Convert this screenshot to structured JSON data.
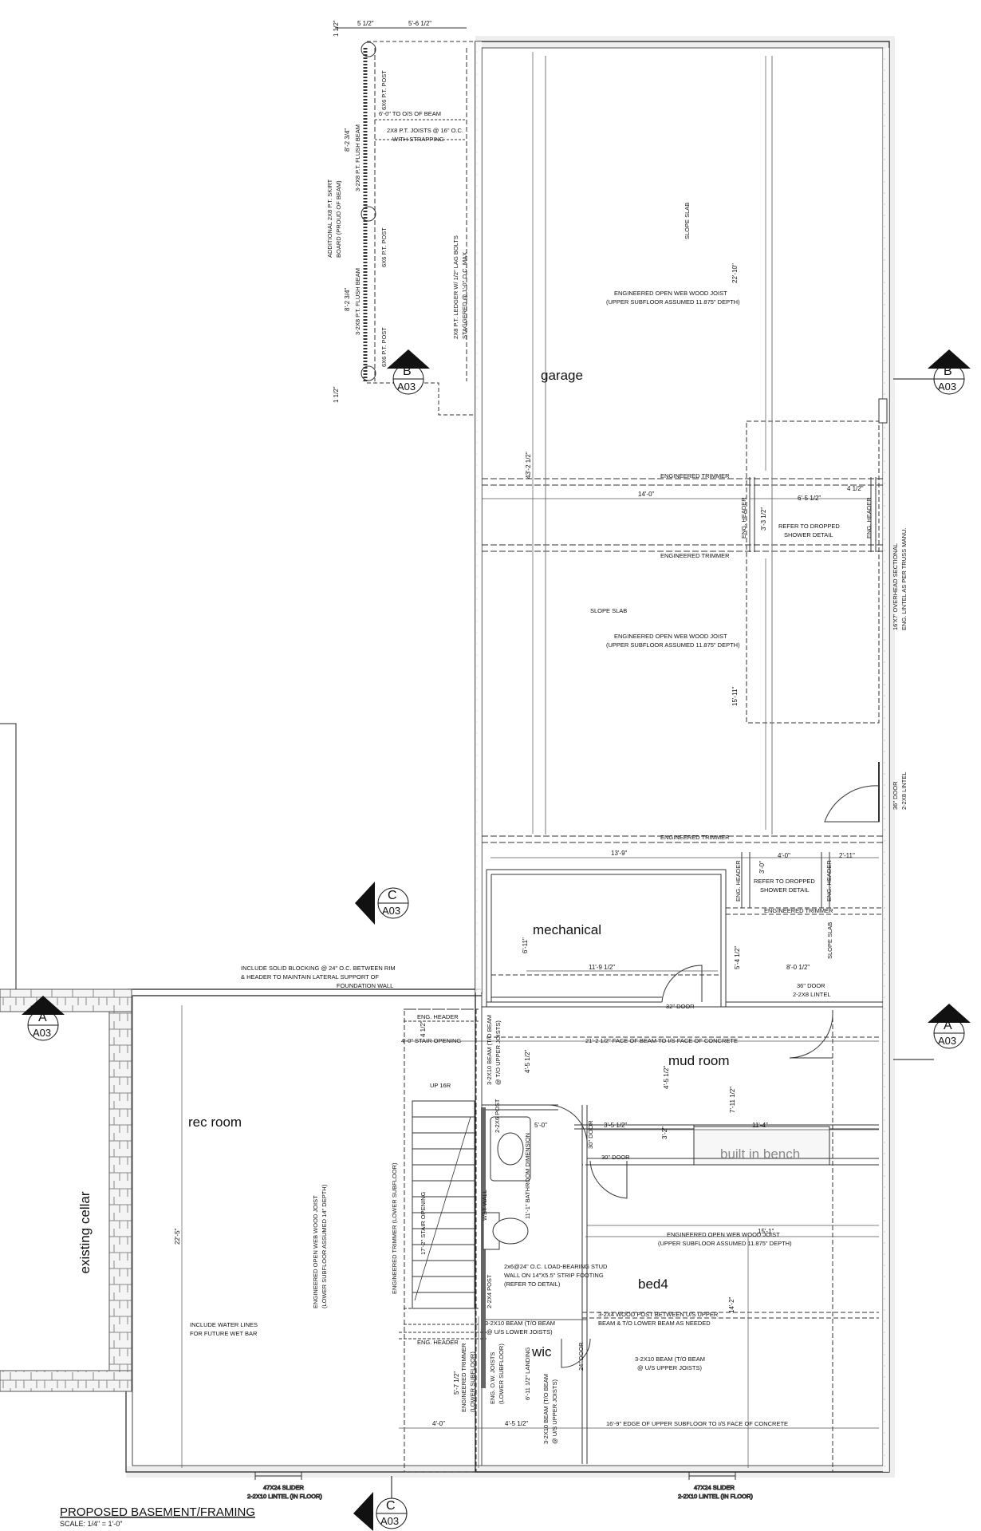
{
  "drawing": {
    "title": "PROPOSED BASEMENT/FRAMING",
    "scale": "SCALE: 1/4\" = 1'-0\""
  },
  "rooms": {
    "garage": "garage",
    "mechanical": "mechanical",
    "mud_room": "mud room",
    "rec_room": "rec room",
    "bed4": "bed4",
    "wic": "wic",
    "existing_cellar": "existing cellar",
    "built_in_bench": "built in bench"
  },
  "section_markers": [
    {
      "letter": "B",
      "sheet": "A03"
    },
    {
      "letter": "B",
      "sheet": "A03"
    },
    {
      "letter": "C",
      "sheet": "A03"
    },
    {
      "letter": "A",
      "sheet": "A03"
    },
    {
      "letter": "A",
      "sheet": "A03"
    },
    {
      "letter": "C",
      "sheet": "A03"
    }
  ],
  "notes": {
    "deck_dim_top": "5'-6 1/2\"",
    "deck_dim_left": "5 1/2\"",
    "deck_dim_112_top": "1 1/2\"",
    "deck_dim_112_bottom": "1 1/2\"",
    "post1": "6X6 P.T. POST",
    "post2": "6X6 P.T. POST",
    "post3": "6X6 P.T. POST",
    "beam_out": "6'-0\" TO O/S OF BEAM",
    "joists_1": "2X8 P.T. JOISTS @ 16\" O.C.",
    "joists_2": "WITH STRAPPING",
    "flush_beam_1": "3-2X8 P.T. FLUSH BEAM",
    "flush_beam_2": "3-2X8 P.T. FLUSH BEAM",
    "span_1": "8'-2 3/4\"",
    "span_2": "8'-2 3/4\"",
    "skirt_1": "ADDITIONAL 2X8 P.T. SKIRT",
    "skirt_2": "BOARD (PROUD OF BEAM)",
    "ledger_1": "2X8 P.T. LEDGER W/ 1/2\" LAG BOLTS",
    "ledger_2": "STAGGERED @ 1'-0\" O.C. MAX",
    "slope_slab_1": "SLOPE SLAB",
    "slope_slab_2": "SLOPE SLAB",
    "slope_slab_3": "SLOPE SLAB",
    "joist_1a": "ENGINEERED OPEN WEB WOOD JOIST",
    "joist_1b": "(UPPER SUBFLOOR ASSUMED 11.875\" DEPTH)",
    "joist_2a": "ENGINEERED OPEN WEB WOOD JOIST",
    "joist_2b": "(UPPER SUBFLOOR ASSUMED 11.875\" DEPTH)",
    "joist_3a": "ENGINEERED OPEN WEB WOOD JOIST",
    "joist_3b": "(UPPER SUBFLOOR ASSUMED 11.875\" DEPTH)",
    "joist_4a": "ENGINEERED OPEN WEB WOOD JOIST",
    "joist_4b": "(LOWER SUBFLOOR ASSUMED 14\" DEPTH)",
    "garage_depth_1": "22'-10\"",
    "garage_depth_2": "43'-2 1/2\"",
    "garage_depth_3": "15'-11\"",
    "trimmer_1": "ENGINEERED TRIMMER",
    "trimmer_2": "ENGINEERED TRIMMER",
    "trimmer_3": "ENGINEERED TRIMMER",
    "trimmer_4": "ENGINEERED TRIMMER",
    "dim_14_0": "14'-0\"",
    "dim_6_5": "6'-5 1/2\"",
    "dim_4_12": "4 1/2\"",
    "dim_3_3": "3'-3 1/2\"",
    "eng_header_1": "ENG. HEADER",
    "eng_header_2": "ENG. HEADER",
    "eng_header_3": "ENG. HEADER",
    "eng_header_4": "ENG. HEADER",
    "eng_header_5": "ENG. HEADER",
    "eng_header_6": "ENG. HEADER",
    "shower_1a": "REFER TO DROPPED",
    "shower_1b": "SHOWER DETAIL",
    "shower_2a": "REFER TO DROPPED",
    "shower_2b": "SHOWER DETAIL",
    "overhead_1": "16'X7' OVERHEAD SECTIONAL",
    "overhead_2": "ENG. LINTEL AS PER TRUSS MANU.",
    "door_36_side_1": "36\" DOOR",
    "door_36_side_2": "2-2X8 LINTEL",
    "dim_13_9": "13'-9\"",
    "dim_4_0_top": "4'-0\"",
    "dim_2_11": "2'-11\"",
    "dim_3_0": "3'-0\"",
    "dim_6_11": "6'-11\"",
    "dim_11_9": "11'-9 1/2\"",
    "dim_5_4": "5'-4 1/2\"",
    "dim_8_0": "8'-0 1/2\"",
    "door_36_1": "36\" DOOR",
    "door_36_2": "2-2X8 LINTEL",
    "door_32": "32\" DOOR",
    "blocking_1": "INCLUDE SOLID BLOCKING @ 24\" O.C. BETWEEN RIM",
    "blocking_2": "& HEADER TO MAINTAIN LATERAL SUPPORT OF",
    "blocking_3": "FOUNDATION WALL",
    "dim_4_12b": "4 1/2\"",
    "stair_open": "4'-0\" STAIR OPENING",
    "face_beam": "21'-2 1/2\" FACE OF BEAM TO I/S FACE OF CONCRETE",
    "beam_310_1": "3-2X10 BEAM (T/O BEAM",
    "beam_310_2": "@ T/O UPPER JOISTS)",
    "dim_4_5a": "4'-5 1/2\"",
    "dim_4_5b": "4'-5 1/2\"",
    "dim_7_11": "7'-11 1/2\"",
    "up_16r": "UP 16R",
    "post_2x6": "2-2X6 POST",
    "dim_5_0": "5'-0\"",
    "dim_3_5": "3'-5 1/2\"",
    "dim_11_4": "11'-4\"",
    "dim_3_2": "3'-2\"",
    "door_30a": "30\" DOOR",
    "door_30b": "30\" DOOR",
    "bath_dim": "11'-1\" BATHROOM DIMENSION",
    "stair_open_v": "17'-2\" STAIR OPENING",
    "trimmer_lower": "ENGINEERED TRIMMER (LOWER SUBFLOOR)",
    "wet_wall": "WET WALL",
    "dim_15_1": "15'-1\"",
    "dim_22_5": "22'-5\"",
    "stud_1": "2x6@24\" O.C. LOAD-BEARING STUD",
    "stud_2": "WALL ON 14\"X5.5\" STRIP FOOTING",
    "stud_3": "(REFER TO DETAIL)",
    "post_2x4": "2-2X4 POST",
    "wood_post_1": "3-2X4 WOOD POST BETWEEN U/S UPPER",
    "wood_post_2": "BEAM & T/O LOWER BEAM AS NEEDED",
    "beam_lower_1": "3-2X10 BEAM (T/O BEAM",
    "beam_lower_2": "@ U/S LOWER JOISTS)",
    "dim_14_2": "14'-2\"",
    "water_1": "INCLUDE WATER LINES",
    "water_2": "FOR FUTURE WET BAR",
    "door_24": "24\" DOOR",
    "beam_right_1": "3-2X10 BEAM (T/O BEAM",
    "beam_right_2": "@ U/S UPPER JOISTS)",
    "trimmer_lower_2a": "ENGINEERED TRIMMER",
    "trimmer_lower_2b": "(LOWER SUBFLOOR)",
    "ow_joists_1": "ENG. O.W. JOISTS",
    "ow_joists_2": "(LOWER SUBFLOOR)",
    "landing": "6'-11 1/2\" LANDING",
    "beam_v_1": "3-2X10 BEAM (T/O BEAM",
    "beam_v_2": "@ U/S UPPER JOISTS)",
    "dim_5_7": "5'-7 1/2\"",
    "dim_4_0_bottom": "4'-0\"",
    "dim_4_5c": "4'-5 1/2\"",
    "edge_upper": "16'-9\" EDGE OF UPPER SUBFLOOR TO I/S FACE OF CONCRETE",
    "slider_l1": "47X24 SLIDER",
    "slider_l2": "2-2X10 LINTEL (IN FLOOR)",
    "slider_r1": "47X24 SLIDER",
    "slider_r2": "2-2X10 LINTEL (IN FLOOR)"
  }
}
